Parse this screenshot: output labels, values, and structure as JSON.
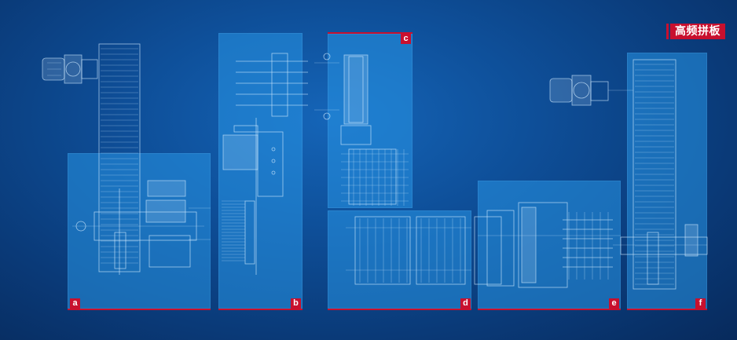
{
  "brand": {
    "label": "高频拼板"
  },
  "panels": [
    {
      "id": "a",
      "label": "a"
    },
    {
      "id": "b",
      "label": "b"
    },
    {
      "id": "c",
      "label": "c"
    },
    {
      "id": "d",
      "label": "d"
    },
    {
      "id": "e",
      "label": "e"
    },
    {
      "id": "f",
      "label": "f"
    }
  ],
  "colors": {
    "background": "#0a3a78",
    "panel": "#2896e6",
    "accent_red": "#c8102e",
    "line": "#d2ebff"
  }
}
